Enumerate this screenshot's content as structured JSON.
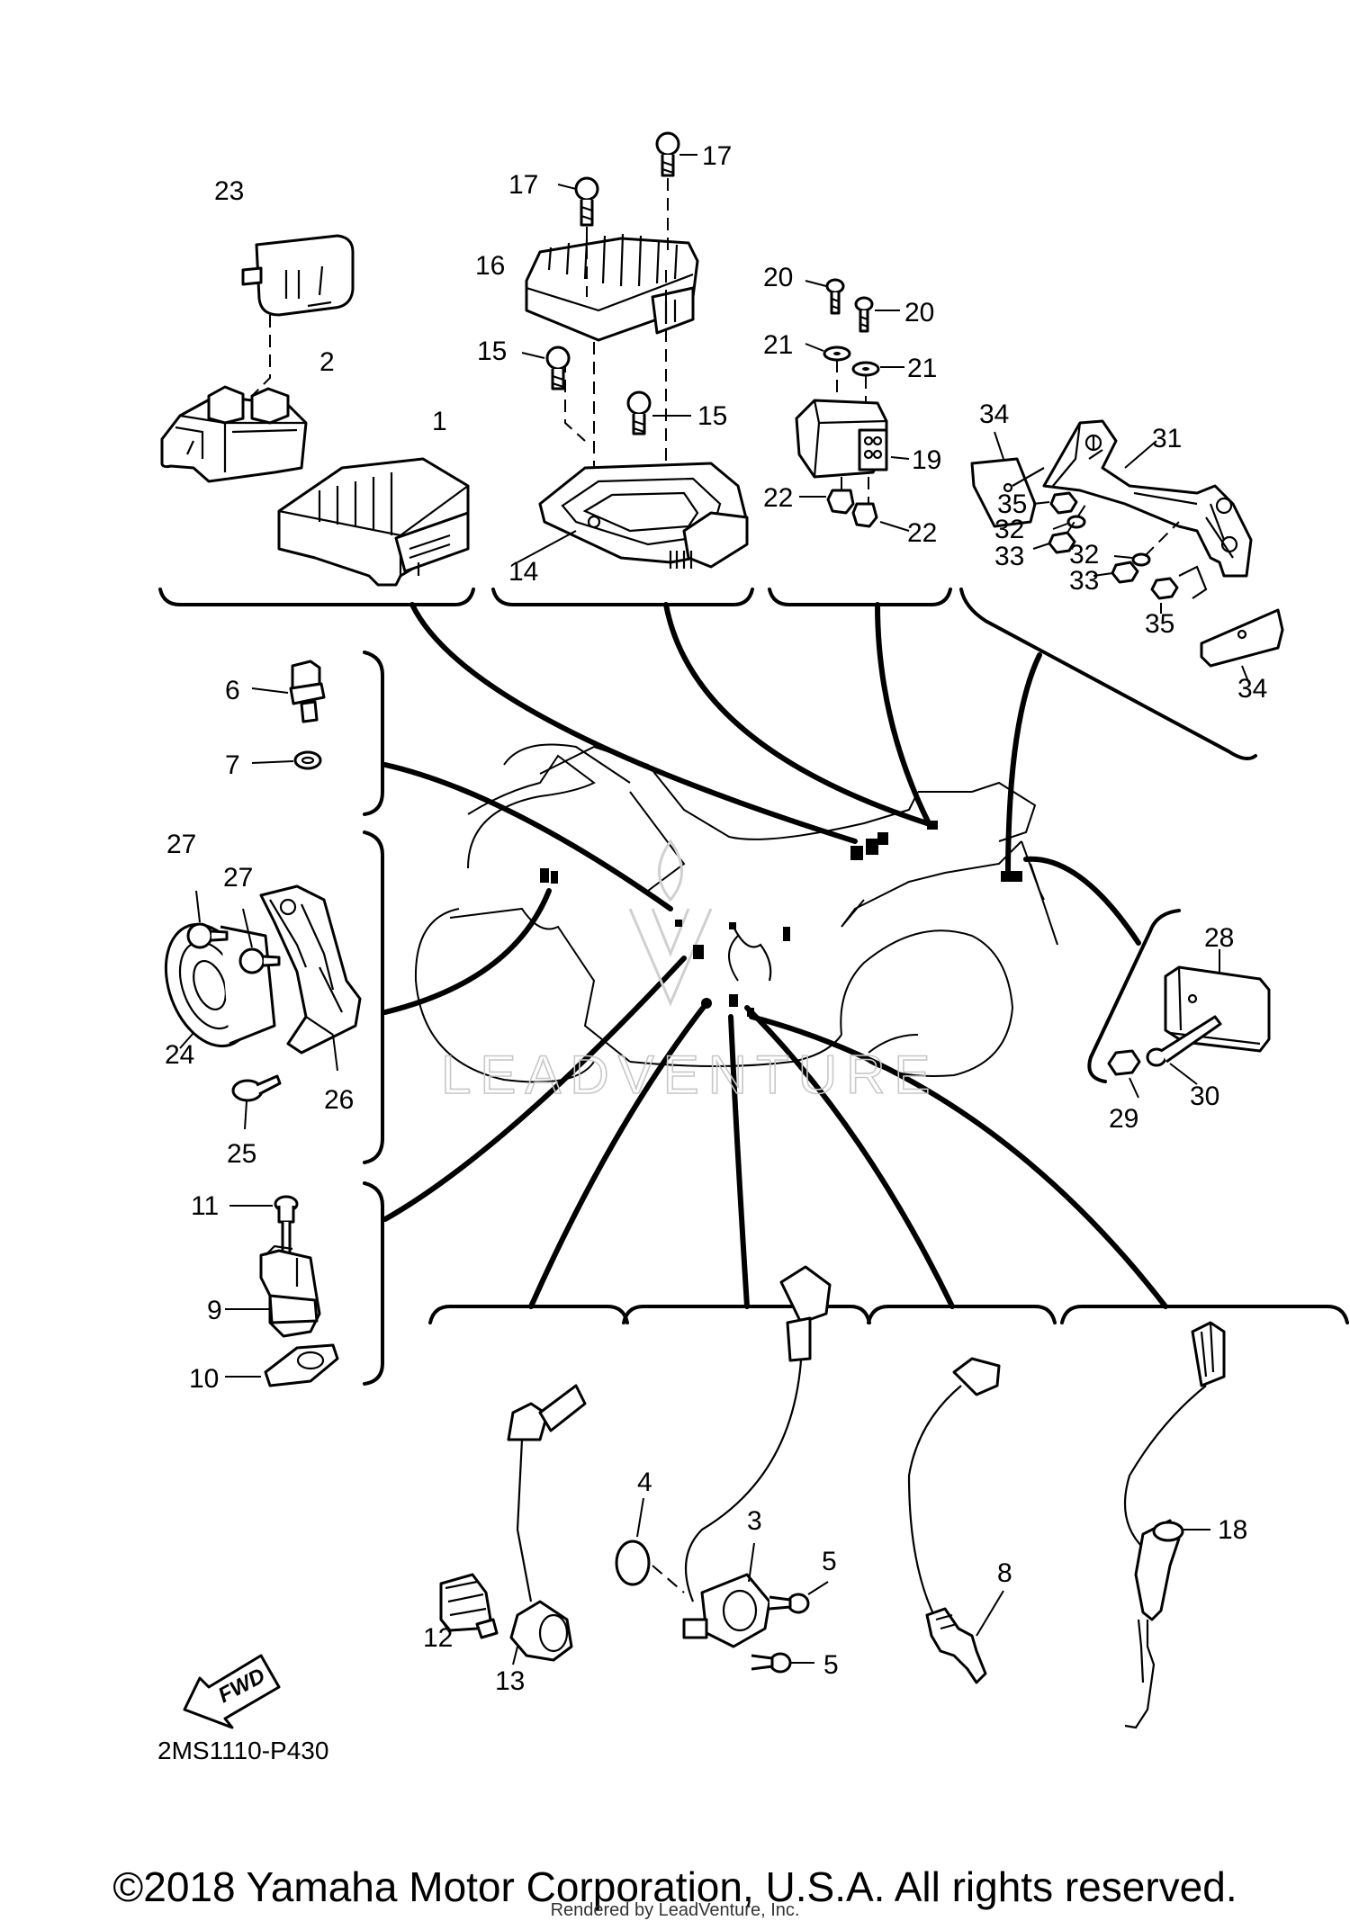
{
  "diagram_code": "2MS1110-P430",
  "copyright": "©2018 Yamaha Motor Corporation, U.S.A. All rights reserved.",
  "rendered_by": "Rendered by LeadVenture, Inc.",
  "watermark": "LEADVENTURE",
  "fwd_label": "FWD",
  "part_numbers": [
    "1",
    "2",
    "3",
    "4",
    "5",
    "5",
    "6",
    "7",
    "8",
    "9",
    "10",
    "11",
    "12",
    "13",
    "14",
    "15",
    "15",
    "16",
    "17",
    "17",
    "18",
    "19",
    "20",
    "20",
    "21",
    "21",
    "22",
    "22",
    "23",
    "24",
    "25",
    "26",
    "27",
    "27",
    "28",
    "29",
    "30",
    "31",
    "32",
    "32",
    "33",
    "33",
    "34",
    "34",
    "35",
    "35"
  ]
}
